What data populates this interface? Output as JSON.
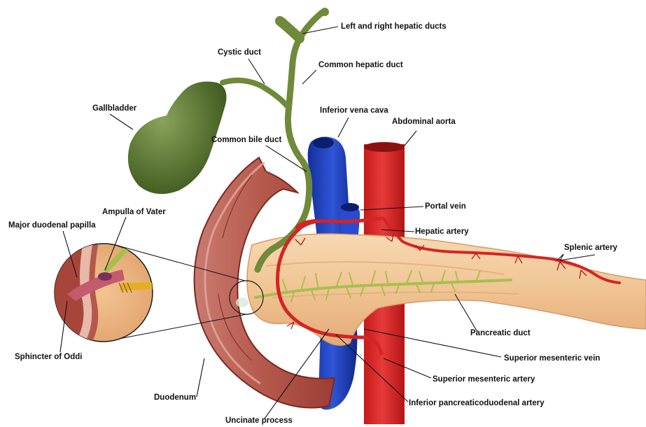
{
  "labels": {
    "hepatic_ducts": "Left and right hepatic ducts",
    "cystic_duct": "Cystic duct",
    "common_hepatic_duct": "Common hepatic duct",
    "gallbladder": "Gallbladder",
    "inferior_vena_cava": "Inferior vena cava",
    "abdominal_aorta": "Abdominal aorta",
    "common_bile_duct": "Common bile duct",
    "ampulla_of_vater": "Ampulla of Vater",
    "major_duodenal_papilla": "Major duodenal papilla",
    "portal_vein": "Portal vein",
    "hepatic_artery": "Hepatic artery",
    "splenic_artery": "Splenic artery",
    "pancreatic_duct": "Pancreatic duct",
    "sphincter_of_oddi": "Sphincter of Oddi",
    "superior_mesenteric_vein": "Superior mesenteric vein",
    "superior_mesenteric_artery": "Superior mesenteric artery",
    "duodenum": "Duodenum",
    "inferior_pancreaticoduodenal_artery": "Inferior pancreaticoduodenal artery",
    "uncinate_process": "Uncinate process"
  },
  "colors": {
    "bile_green": "#6f8a3a",
    "gallbladder_green": "#5a7a2e",
    "vein_blue": "#1f3fbf",
    "artery_red": "#d42424",
    "pancreas": "#f2c99a",
    "duodenum": "#b4574c",
    "pancreatic_duct": "#b7c95a"
  }
}
